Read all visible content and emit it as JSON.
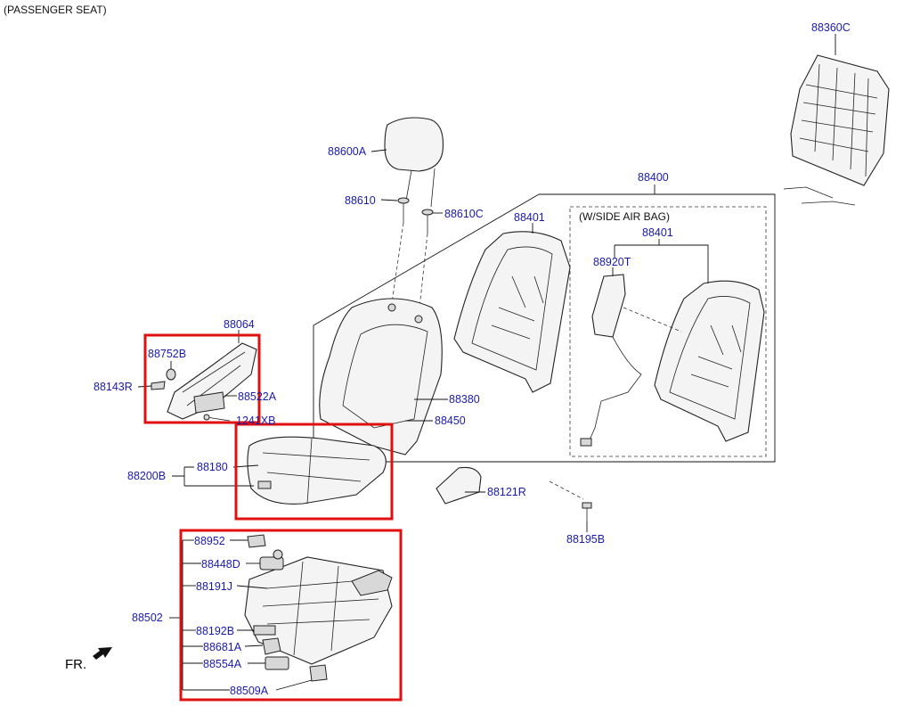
{
  "header": {
    "title": "(PASSENGER SEAT)"
  },
  "variant_box_label": "(W/SIDE AIR BAG)",
  "direction_label": "FR.",
  "highlight_color": "#e01010",
  "label_color": "#1a1aa8",
  "parts": {
    "p88360C": "88360C",
    "p88600A": "88600A",
    "p88610": "88610",
    "p88610C": "88610C",
    "p88400": "88400",
    "p88401a": "88401",
    "p88401b": "88401",
    "p88920T": "88920T",
    "p88064": "88064",
    "p88752B": "88752B",
    "p88143R": "88143R",
    "p88522A": "88522A",
    "p1241XB": "1241XB",
    "p88380": "88380",
    "p88450": "88450",
    "p88200B": "88200B",
    "p88180": "88180",
    "p88121R": "88121R",
    "p88195B": "88195B",
    "p88952": "88952",
    "p88448D": "88448D",
    "p88191J": "88191J",
    "p88502": "88502",
    "p88192B": "88192B",
    "p88681A": "88681A",
    "p88554A": "88554A",
    "p88509A": "88509A"
  }
}
